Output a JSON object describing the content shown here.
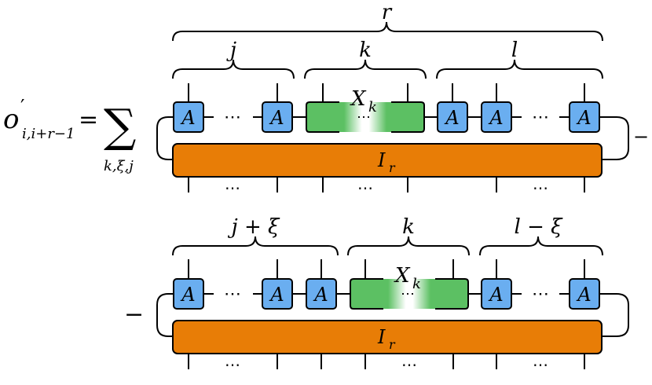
{
  "lhs": {
    "symbol": "o",
    "prime": "′",
    "subscript": "i,i+r−1",
    "equals": "="
  },
  "sum": {
    "symbol": "∑",
    "subscript": "k,ξ,j"
  },
  "minus_sign": "−",
  "dots": "⋯",
  "tensor_label": "A",
  "gate": {
    "base": "X",
    "sub": "k"
  },
  "identity": {
    "base": "I",
    "sub": "r"
  },
  "top_term": {
    "outer_brace": "r",
    "braces": [
      {
        "label": "j"
      },
      {
        "label": "k"
      },
      {
        "label": "l"
      }
    ]
  },
  "bottom_term": {
    "braces": [
      {
        "label": "j + ξ"
      },
      {
        "label": "k"
      },
      {
        "label": "l − ξ"
      }
    ]
  },
  "colors": {
    "tensor_fill": "#6aaef0",
    "identity_fill": "#e87d06",
    "gate_fill": "#5cc063",
    "stroke": "#000000"
  }
}
